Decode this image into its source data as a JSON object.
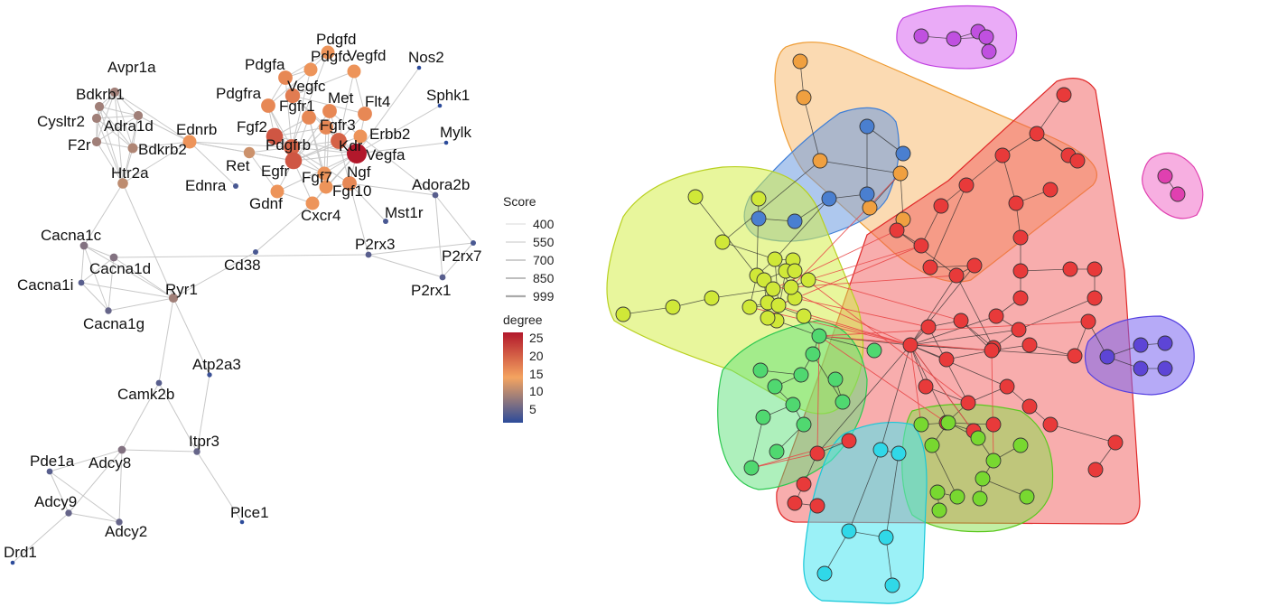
{
  "left_network": {
    "nodes": [
      {
        "label": "Avpr1a",
        "degree": 9
      },
      {
        "label": "Bdkrb1",
        "degree": 9
      },
      {
        "label": "Cysltr2",
        "degree": 9
      },
      {
        "label": "Adra1d",
        "degree": 9
      },
      {
        "label": "F2r",
        "degree": 9
      },
      {
        "label": "Bdkrb2",
        "degree": 10
      },
      {
        "label": "Htr2a",
        "degree": 11
      },
      {
        "label": "Ednrb",
        "degree": 16
      },
      {
        "label": "Ret",
        "degree": 12
      },
      {
        "label": "Ednra",
        "degree": 3
      },
      {
        "label": "Pdgfd",
        "degree": 16
      },
      {
        "label": "Pdgfa",
        "degree": 17
      },
      {
        "label": "Pdgfc",
        "degree": 16
      },
      {
        "label": "Vegfd",
        "degree": 16
      },
      {
        "label": "Pdgfra",
        "degree": 17
      },
      {
        "label": "Vegfc",
        "degree": 18
      },
      {
        "label": "Met",
        "degree": 17
      },
      {
        "label": "Fgfr1",
        "degree": 17
      },
      {
        "label": "Flt4",
        "degree": 17
      },
      {
        "label": "Fgf2",
        "degree": 21
      },
      {
        "label": "Fgfr3",
        "degree": 17
      },
      {
        "label": "Erbb2",
        "degree": 16
      },
      {
        "label": "Pdgfrb",
        "degree": 20
      },
      {
        "label": "Kdr",
        "degree": 20
      },
      {
        "label": "Vegfa",
        "degree": 26
      },
      {
        "label": "Egfr",
        "degree": 21
      },
      {
        "label": "Fgf7",
        "degree": 16
      },
      {
        "label": "Ngf",
        "degree": 17
      },
      {
        "label": "Gdnf",
        "degree": 16
      },
      {
        "label": "Fgf10",
        "degree": 16
      },
      {
        "label": "Cxcr4",
        "degree": 16
      },
      {
        "label": "Nos2",
        "degree": 1
      },
      {
        "label": "Sphk1",
        "degree": 1
      },
      {
        "label": "Mylk",
        "degree": 1
      },
      {
        "label": "Adora2b",
        "degree": 4
      },
      {
        "label": "Mst1r",
        "degree": 3
      },
      {
        "label": "P2rx3",
        "degree": 4
      },
      {
        "label": "P2rx7",
        "degree": 3
      },
      {
        "label": "P2rx1",
        "degree": 4
      },
      {
        "label": "Cd38",
        "degree": 3
      },
      {
        "label": "Cacna1c",
        "degree": 7
      },
      {
        "label": "Cacna1d",
        "degree": 7
      },
      {
        "label": "Cacna1i",
        "degree": 4
      },
      {
        "label": "Ryr1",
        "degree": 9
      },
      {
        "label": "Cacna1g",
        "degree": 5
      },
      {
        "label": "Atp2a3",
        "degree": 2
      },
      {
        "label": "Camk2b",
        "degree": 4
      },
      {
        "label": "Itpr3",
        "degree": 5
      },
      {
        "label": "Pde1a",
        "degree": 4
      },
      {
        "label": "Adcy8",
        "degree": 7
      },
      {
        "label": "Adcy9",
        "degree": 5
      },
      {
        "label": "Adcy2",
        "degree": 5
      },
      {
        "label": "Plce1",
        "degree": 1
      },
      {
        "label": "Drd1",
        "degree": 1
      }
    ],
    "edges": [
      [
        "Avpr1a",
        "Bdkrb1"
      ],
      [
        "Avpr1a",
        "Adra1d"
      ],
      [
        "Avpr1a",
        "Bdkrb2"
      ],
      [
        "Avpr1a",
        "Cysltr2"
      ],
      [
        "Avpr1a",
        "F2r"
      ],
      [
        "Avpr1a",
        "Htr2a"
      ],
      [
        "Bdkrb1",
        "Adra1d"
      ],
      [
        "Bdkrb1",
        "Cysltr2"
      ],
      [
        "Bdkrb1",
        "F2r"
      ],
      [
        "Bdkrb1",
        "Bdkrb2"
      ],
      [
        "Bdkrb1",
        "Htr2a"
      ],
      [
        "Cysltr2",
        "F2r"
      ],
      [
        "Cysltr2",
        "Adra1d"
      ],
      [
        "Cysltr2",
        "Bdkrb2"
      ],
      [
        "Cysltr2",
        "Htr2a"
      ],
      [
        "Adra1d",
        "F2r"
      ],
      [
        "Adra1d",
        "Bdkrb2"
      ],
      [
        "Adra1d",
        "Htr2a"
      ],
      [
        "Adra1d",
        "Ednrb"
      ],
      [
        "F2r",
        "Bdkrb2"
      ],
      [
        "F2r",
        "Htr2a"
      ],
      [
        "Bdkrb2",
        "Htr2a"
      ],
      [
        "Bdkrb2",
        "Ednrb"
      ],
      [
        "Htr2a",
        "Ednrb"
      ],
      [
        "Htr2a",
        "Cacna1c"
      ],
      [
        "Htr2a",
        "Ryr1"
      ],
      [
        "Ednrb",
        "Ret"
      ],
      [
        "Ednrb",
        "Pdgfrb"
      ],
      [
        "Ednrb",
        "Egfr"
      ],
      [
        "Ednrb",
        "Ednra"
      ],
      [
        "Ednrb",
        "Avpr1a"
      ],
      [
        "Ret",
        "Gdnf"
      ],
      [
        "Ret",
        "Egfr"
      ],
      [
        "Ret",
        "Pdgfrb"
      ],
      [
        "Pdgfd",
        "Pdgfc"
      ],
      [
        "Pdgfd",
        "Pdgfrb"
      ],
      [
        "Pdgfa",
        "Pdgfra"
      ],
      [
        "Pdgfa",
        "Pdgfrb"
      ],
      [
        "Pdgfc",
        "Pdgfra"
      ],
      [
        "Pdgfc",
        "Pdgfrb"
      ],
      [
        "Vegfd",
        "Flt4"
      ],
      [
        "Vegfd",
        "Kdr"
      ],
      [
        "Vegfc",
        "Flt4"
      ],
      [
        "Vegfc",
        "Kdr"
      ],
      [
        "Vegfc",
        "Vegfa"
      ],
      [
        "Pdgfra",
        "Fgf2"
      ],
      [
        "Pdgfra",
        "Pdgfrb"
      ],
      [
        "Met",
        "Egfr"
      ],
      [
        "Met",
        "Erbb2"
      ],
      [
        "Fgfr1",
        "Fgf2"
      ],
      [
        "Fgfr1",
        "Fgf7"
      ],
      [
        "Fgfr1",
        "Fgf10"
      ],
      [
        "Fgfr3",
        "Fgf2"
      ],
      [
        "Fgfr3",
        "Fgf7"
      ],
      [
        "Flt4",
        "Vegfa"
      ],
      [
        "Flt4",
        "Kdr"
      ],
      [
        "Fgf2",
        "Vegfa"
      ],
      [
        "Fgf2",
        "Egfr"
      ],
      [
        "Fgf2",
        "Pdgfrb"
      ],
      [
        "Erbb2",
        "Egfr"
      ],
      [
        "Erbb2",
        "Vegfa"
      ],
      [
        "Pdgfrb",
        "Vegfa"
      ],
      [
        "Pdgfrb",
        "Egfr"
      ],
      [
        "Kdr",
        "Vegfa"
      ],
      [
        "Kdr",
        "Ngf"
      ],
      [
        "Vegfa",
        "Egfr"
      ],
      [
        "Vegfa",
        "Ngf"
      ],
      [
        "Vegfa",
        "Fgf10"
      ],
      [
        "Vegfa",
        "Cxcr4"
      ],
      [
        "Vegfa",
        "Nos2"
      ],
      [
        "Vegfa",
        "Sphk1"
      ],
      [
        "Vegfa",
        "Mylk"
      ],
      [
        "Vegfa",
        "Fgf7"
      ],
      [
        "Vegfa",
        "Gdnf"
      ],
      [
        "Egfr",
        "Fgf7"
      ],
      [
        "Egfr",
        "Gdnf"
      ],
      [
        "Egfr",
        "Cxcr4"
      ],
      [
        "Fgf7",
        "Fgf10"
      ],
      [
        "Ngf",
        "Fgf10"
      ],
      [
        "Ngf",
        "Mst1r"
      ],
      [
        "Ngf",
        "P2rx3"
      ],
      [
        "Gdnf",
        "Cxcr4"
      ],
      [
        "Cxcr4",
        "Cd38"
      ],
      [
        "Cxcr4",
        "Fgf10"
      ],
      [
        "Fgf10",
        "Met"
      ],
      [
        "Pdgfrb",
        "Kdr"
      ],
      [
        "Met",
        "Kdr"
      ],
      [
        "Fgfr1",
        "Egfr"
      ],
      [
        "Fgfr3",
        "Egfr"
      ],
      [
        "Vegfd",
        "Vegfc"
      ],
      [
        "Pdgfd",
        "Pdgfa"
      ],
      [
        "Pdgfa",
        "Pdgfc"
      ],
      [
        "Fgf2",
        "Fgf7"
      ],
      [
        "Fgf2",
        "Ngf"
      ],
      [
        "Kdr",
        "Egfr"
      ],
      [
        "Pdgfra",
        "Egfr"
      ],
      [
        "Adora2b",
        "P2rx7"
      ],
      [
        "Adora2b",
        "P2rx1"
      ],
      [
        "Adora2b",
        "Ngf"
      ],
      [
        "Adora2b",
        "Erbb2"
      ],
      [
        "P2rx3",
        "P2rx7"
      ],
      [
        "P2rx3",
        "P2rx1"
      ],
      [
        "P2rx7",
        "P2rx1"
      ],
      [
        "P2rx3",
        "Cacna1d"
      ],
      [
        "Cd38",
        "Ryr1"
      ],
      [
        "Cacna1c",
        "Cacna1d"
      ],
      [
        "Cacna1c",
        "Cacna1i"
      ],
      [
        "Cacna1c",
        "Cacna1g"
      ],
      [
        "Cacna1c",
        "Ryr1"
      ],
      [
        "Cacna1d",
        "Cacna1i"
      ],
      [
        "Cacna1d",
        "Cacna1g"
      ],
      [
        "Cacna1d",
        "Ryr1"
      ],
      [
        "Cacna1i",
        "Cacna1g"
      ],
      [
        "Cacna1g",
        "Ryr1"
      ],
      [
        "Ryr1",
        "Atp2a3"
      ],
      [
        "Ryr1",
        "Camk2b"
      ],
      [
        "Atp2a3",
        "Itpr3"
      ],
      [
        "Camk2b",
        "Itpr3"
      ],
      [
        "Camk2b",
        "Adcy8"
      ],
      [
        "Itpr3",
        "Adcy8"
      ],
      [
        "Itpr3",
        "Plce1"
      ],
      [
        "Pde1a",
        "Adcy8"
      ],
      [
        "Pde1a",
        "Adcy9"
      ],
      [
        "Pde1a",
        "Adcy2"
      ],
      [
        "Adcy8",
        "Adcy9"
      ],
      [
        "Adcy8",
        "Adcy2"
      ],
      [
        "Adcy9",
        "Adcy2"
      ],
      [
        "Adcy9",
        "Drd1"
      ],
      [
        "Cacna1i",
        "Ryr1"
      ]
    ]
  },
  "legend": {
    "score_title": "Score",
    "score_values": [
      "400",
      "550",
      "700",
      "850",
      "999"
    ],
    "degree_title": "degree",
    "degree_ticks": [
      "25",
      "20",
      "15",
      "10",
      "5"
    ],
    "degree_colors": [
      "#b2182b",
      "#f4a460",
      "#2c4b9a"
    ]
  },
  "right_network": {
    "clusters": [
      {
        "name": "purple-cluster",
        "color": "#d966f0"
      },
      {
        "name": "orange-cluster",
        "color": "#f7b565"
      },
      {
        "name": "blue-cluster",
        "color": "#6b9be0"
      },
      {
        "name": "red-cluster",
        "color": "#f25b5b"
      },
      {
        "name": "pink-cluster",
        "color": "#f06ec8"
      },
      {
        "name": "yellow-green-cluster",
        "color": "#d6ee4a"
      },
      {
        "name": "green-cluster",
        "color": "#5ee27a"
      },
      {
        "name": "lime-cluster",
        "color": "#86e04a"
      },
      {
        "name": "cyan-cluster",
        "color": "#48e6f0"
      },
      {
        "name": "violet-cluster",
        "color": "#7a64f0"
      }
    ]
  }
}
